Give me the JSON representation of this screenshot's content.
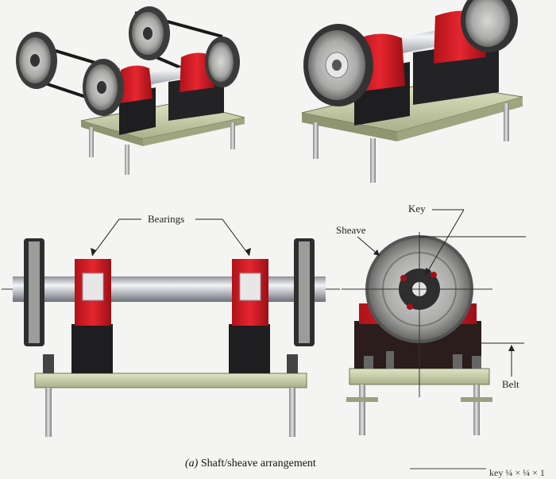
{
  "labels": {
    "bearings": "Bearings",
    "sheave": "Sheave",
    "key": "Key",
    "belt": "Belt"
  },
  "caption": {
    "part": "(a)",
    "text": "Shaft/sheave arrangement"
  },
  "cutoff_text": "key ¼ × ¼ × 1",
  "colors": {
    "bearing_red": "#d01820",
    "pulley_gray": "#9a9a98",
    "base_plate": "#cfd6b4",
    "block_black": "#1e1e20",
    "shaft_steel": "#d9dde2"
  }
}
